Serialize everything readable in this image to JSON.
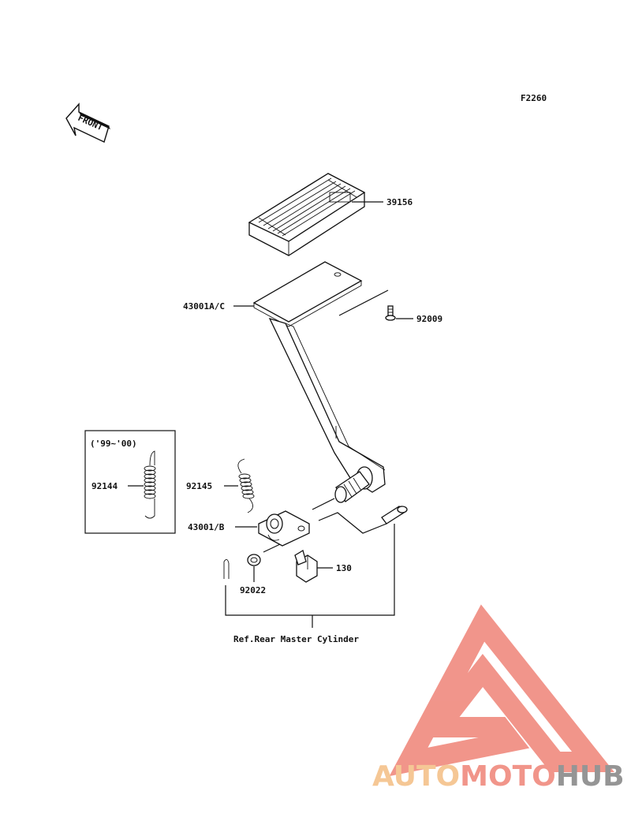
{
  "diagram_code": "F2260",
  "front_arrow_text": "FRONT",
  "parts": {
    "p39156": "39156",
    "p43001ac": "43001A/C",
    "p92009": "92009",
    "p92145": "92145",
    "p43001b": "43001/B",
    "p130": "130",
    "p92022": "92022",
    "p92144": "92144"
  },
  "inset_years": "('99~'00)",
  "reference_label": "Ref.Rear Master Cylinder",
  "watermark": {
    "text_part1": "AUTO",
    "text_part2": "MOTO",
    "text_part3": "HUB",
    "color_part1": "#f5c28a",
    "color_part2": "#f08a7e",
    "color_part3": "#8a8a8a",
    "logo_color": "#f08a7e"
  }
}
